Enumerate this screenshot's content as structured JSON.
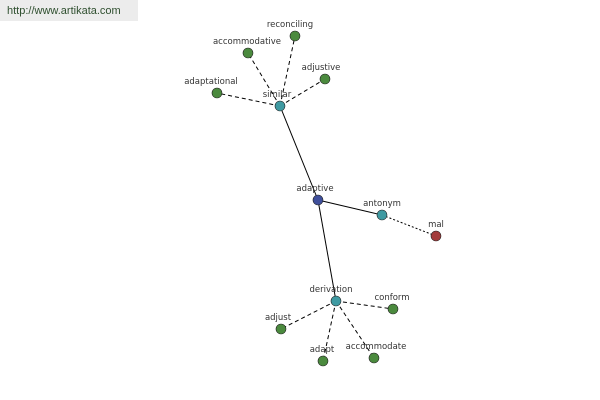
{
  "banner": {
    "url": "http://www.artikata.com"
  },
  "colors": {
    "center": "#3f4f9b",
    "relation": "#3f9aa2",
    "word": "#4b8a3e",
    "antonym_word": "#a33c3c"
  },
  "graph": {
    "center": {
      "label": "adaptive"
    },
    "relations": [
      {
        "id": "similar",
        "label": "similar",
        "words": [
          {
            "id": "reconciling",
            "label": "reconciling"
          },
          {
            "id": "accommodative",
            "label": "accommodative"
          },
          {
            "id": "adjustive",
            "label": "adjustive"
          },
          {
            "id": "adaptational",
            "label": "adaptational"
          }
        ]
      },
      {
        "id": "antonym",
        "label": "antonym",
        "words": [
          {
            "id": "mal",
            "label": "mal"
          }
        ]
      },
      {
        "id": "derivation",
        "label": "derivation",
        "words": [
          {
            "id": "conform",
            "label": "conform"
          },
          {
            "id": "adjust",
            "label": "adjust"
          },
          {
            "id": "adapt",
            "label": "adapt"
          },
          {
            "id": "accommodate",
            "label": "accommodate"
          }
        ]
      }
    ]
  }
}
